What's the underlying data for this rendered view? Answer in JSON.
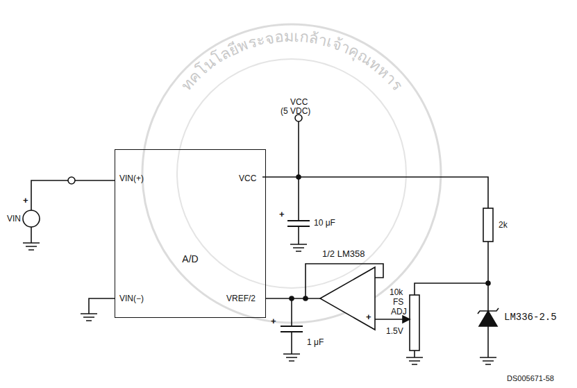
{
  "diagram": {
    "nodes": [
      {
        "text": [
          "A/D"
        ]
      },
      {
        "text": [
          "1/2 LM358"
        ]
      }
    ],
    "edges": [
      {
        "from": 1,
        "to": 0,
        "arrow": "none"
      }
    ],
    "labels": [
      "VIN",
      "+",
      "VIN(+)",
      "VCC",
      "VIN(−)",
      "VREF/2",
      "VCC",
      "(5 VDC)",
      "+",
      "10 μF",
      "2k",
      "10k",
      "FS",
      "ADJ",
      "1.5V",
      "LM336-2.5",
      "+",
      "1 μF",
      "+",
      "DS005671-58",
      "ทคโนโลยีพระจอมเกล้าเจ้าคุณทหาร"
    ]
  }
}
